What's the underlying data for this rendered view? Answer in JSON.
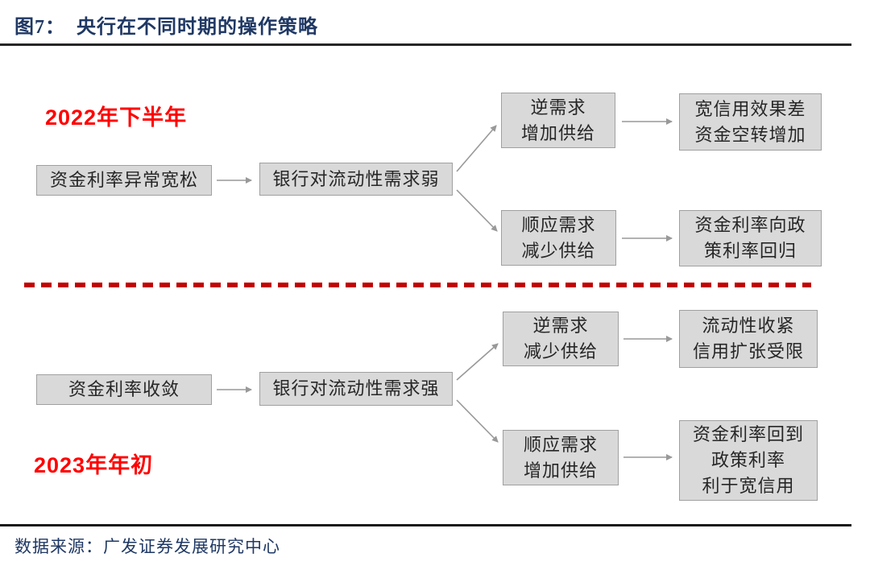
{
  "figure": {
    "title": "图7：  央行在不同时期的操作策略",
    "source": "数据来源：广发证券发展研究中心"
  },
  "colors": {
    "title_navy": "#1f3864",
    "period_red": "#ff0000",
    "divider_red": "#c00000",
    "node_fill": "#d9d9d9",
    "node_border": "#a0a0a0",
    "arrow_gray": "#999999"
  },
  "flows": [
    {
      "period": "2022年下半年",
      "start": "资金利率异常宽松",
      "condition": "银行对流动性需求弱",
      "counter_action": "逆需求\n增加供给",
      "counter_result": "宽信用效果差\n资金空转增加",
      "follow_action": "顺应需求\n减少供给",
      "follow_result": "资金利率向政\n策利率回归"
    },
    {
      "period": "2023年年初",
      "start": "资金利率收敛",
      "condition": "银行对流动性需求强",
      "counter_action": "逆需求\n减少供给",
      "counter_result": "流动性收紧\n信用扩张受限",
      "follow_action": "顺应需求\n增加供给",
      "follow_result": "资金利率回到\n政策利率\n利于宽信用"
    }
  ]
}
